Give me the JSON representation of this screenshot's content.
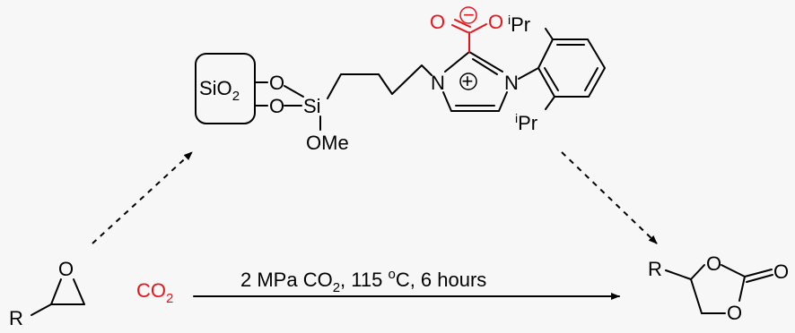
{
  "catalyst": {
    "support": "SiO",
    "support_sub": "2",
    "oxygen": "O",
    "silicon": "Si",
    "methoxy": "OMe",
    "nitrogen": "N",
    "charge_plus": "+",
    "charge_minus": "−",
    "isopropyl_sup": "i",
    "isopropyl": "Pr"
  },
  "reactant": {
    "r_group": "R",
    "oxygen": "O",
    "co2_main": "CO",
    "co2_sub": "2"
  },
  "conditions": {
    "part1": "2 MPa CO",
    "sub": "2",
    "part2": ", 115 ",
    "sup": "o",
    "part3": "C, 6 hours"
  },
  "product": {
    "r_group": "R",
    "oxygen": "O"
  },
  "colors": {
    "highlight": "#e8141b",
    "ink": "#000000",
    "background": "#f7f7f7"
  }
}
